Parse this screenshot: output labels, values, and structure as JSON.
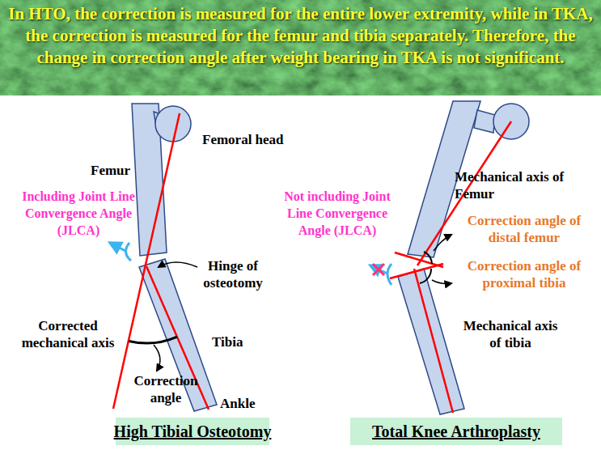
{
  "diagram": {
    "title": "In HTO, the correction is measured for the entire lower extremity, while in TKA, the correction is measured for the femur and tibia separately. Therefore, the change in correction angle after weight bearing in TKA is not significant.",
    "nodes": [
      {
        "text": [
          "High Tibial Osteotomy"
        ]
      },
      {
        "text": [
          "Total Knee Arthroplasty"
        ]
      }
    ],
    "labels": [
      "Femoral head",
      "Femur",
      "Including Joint Line Convergence Angle (JLCA)",
      "Hinge of osteotomy",
      "Corrected mechanical axis",
      "Tibia",
      "Correction angle",
      "Ankle",
      "Mechanical axis of Femur",
      "Not including Joint Line Convergence Angle (JLCA)",
      "Correction angle of distal femur",
      "Correction angle of proximal tibia",
      "Mechanical axis of tibia"
    ]
  }
}
